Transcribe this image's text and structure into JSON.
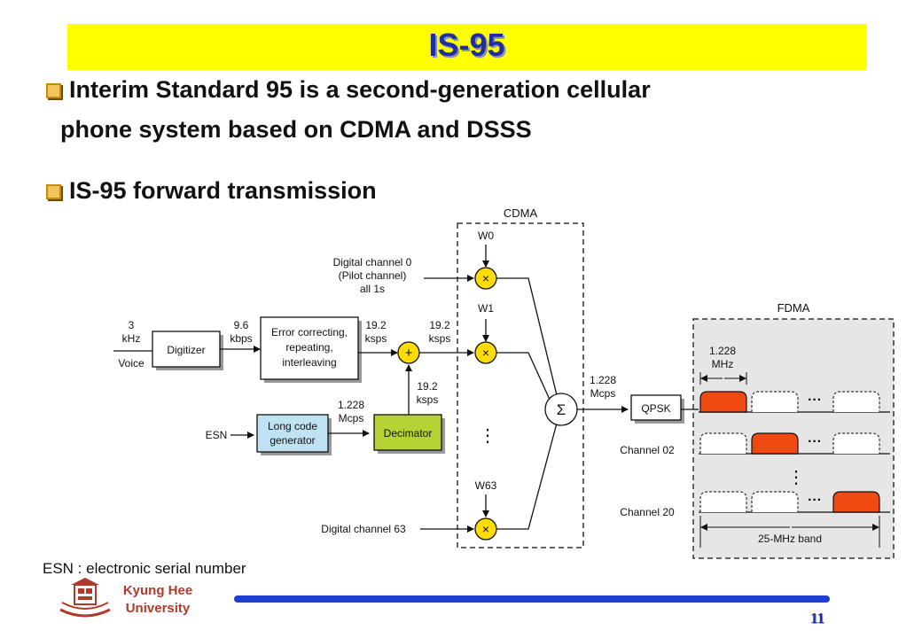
{
  "slide": {
    "title": "IS-95",
    "bullets": [
      {
        "line1": "Interim Standard 95 is a second-generation cellular",
        "line2": "phone system based on CDMA and DSSS"
      },
      {
        "line1": "IS-95 forward transmission"
      }
    ],
    "footnote": "ESN : electronic serial number",
    "university_line1": "Kyung Hee",
    "university_line2": "University",
    "page_number": "11"
  },
  "diagram": {
    "cdma_label": "CDMA",
    "fdma_label": "FDMA",
    "w0": "W0",
    "w1": "W1",
    "w63": "W63",
    "pilot_line1": "Digital channel 0",
    "pilot_line2": "(Pilot channel)",
    "pilot_line3": "all 1s",
    "input_line1": "3",
    "input_line2": "kHz",
    "input_line3": "Voice",
    "digitizer": "Digitizer",
    "rate1_line1": "9.6",
    "rate1_line2": "kbps",
    "error_line1": "Error correcting,",
    "error_line2": "repeating,",
    "error_line3": "interleaving",
    "rate2_line1": "19.2",
    "rate2_line2": "ksps",
    "rate3_line1": "19.2",
    "rate3_line2": "ksps",
    "rate4_line1": "19.2",
    "rate4_line2": "ksps",
    "mcps1_line1": "1.228",
    "mcps1_line2": "Mcps",
    "esn": "ESN",
    "longcode_line1": "Long code",
    "longcode_line2": "generator",
    "decimator": "Decimator",
    "plus": "+",
    "times": "×",
    "sum": "Σ",
    "vdots": "⋮",
    "mcps2_line1": "1.228",
    "mcps2_line2": "Mcps",
    "qpsk": "QPSK",
    "chan_width_line1": "1.228",
    "chan_width_line2": "MHz",
    "dots": "···",
    "channel02": "Channel 02",
    "channel20": "Channel 20",
    "digital63": "Digital channel 63",
    "band": "25-MHz band",
    "colors": {
      "title_bg": "#ffff00",
      "title_text": "#1f2fa0",
      "adder_fill": "#ffdd00",
      "longcode_fill": "#bfe3f2",
      "decimator_fill": "#b5d334",
      "fdma_bg": "#e6e6e6",
      "active_channel": "#f04a12",
      "footer_line": "#1f3fd0",
      "university_text": "#b23a2a"
    }
  }
}
